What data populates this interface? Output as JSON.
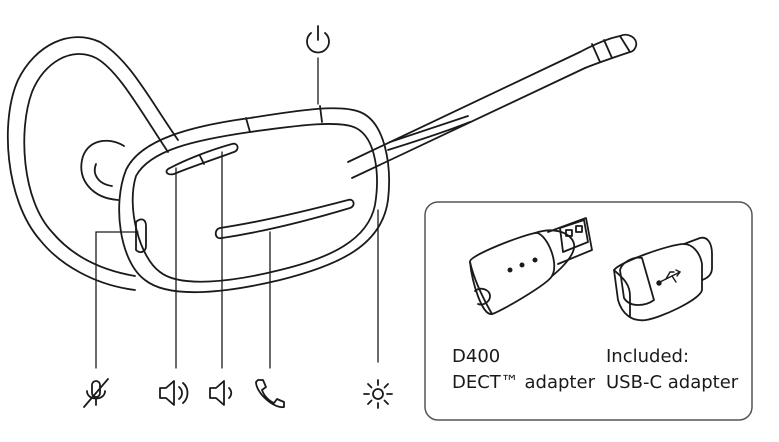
{
  "figure": {
    "callout_icons": [
      {
        "name": "power-icon"
      },
      {
        "name": "mute-icon"
      },
      {
        "name": "volume-up-icon"
      },
      {
        "name": "volume-down-icon"
      },
      {
        "name": "call-icon"
      },
      {
        "name": "indicator-light-icon"
      }
    ],
    "adapters": [
      {
        "line1": "D400",
        "line2": "DECT™ adapter",
        "icon": "usb-a-dongle"
      },
      {
        "line1": "Included:",
        "line2": "USB-C adapter",
        "icon": "usb-c-adapter"
      }
    ],
    "usb_symbol": "usb-icon",
    "colors": {
      "stroke": "#1a1a1a",
      "box_border": "#555555",
      "background": "#ffffff"
    }
  }
}
